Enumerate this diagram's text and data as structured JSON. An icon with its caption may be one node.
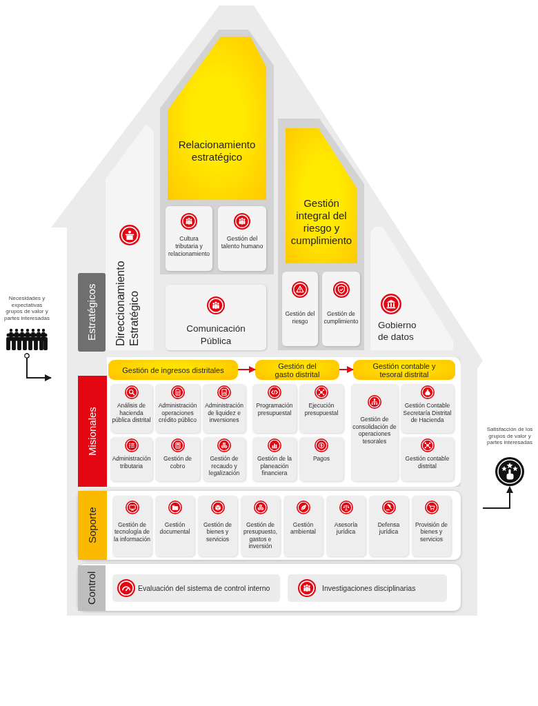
{
  "diagram": {
    "nodes": [
      {
        "text": [],
        "shape": "house"
      },
      {
        "text": [
          "Estratégicos"
        ],
        "in": 0
      },
      {
        "text": [
          "Direccionamiento Estratégico"
        ],
        "in": 0
      },
      {
        "text": [
          "Relacionamiento estratégico"
        ],
        "in": 0
      },
      {
        "text": [
          "Cultura tributaria y relacionamiento"
        ],
        "in": 3
      },
      {
        "text": [
          "Gestión del talento humano"
        ],
        "in": 3
      },
      {
        "text": [
          "Comunicación Pública"
        ],
        "in": 0
      },
      {
        "text": [
          "Gestión integral del riesgo y cumplimiento"
        ],
        "in": 0
      },
      {
        "text": [
          "Gestión del riesgo"
        ],
        "in": 7
      },
      {
        "text": [
          "Gestión de cumplimiento"
        ],
        "in": 7
      },
      {
        "text": [
          "Gobierno de datos"
        ],
        "in": 0
      },
      {
        "text": [
          "Misionales"
        ],
        "in": 0
      },
      {
        "text": [
          "Gestión de ingresos distritales"
        ],
        "in": 11
      },
      {
        "text": [
          "Gestión del gasto distrital"
        ],
        "in": 11
      },
      {
        "text": [
          "Gestión contable y tesoral distrital"
        ],
        "in": 11
      },
      {
        "text": [
          "Análisis de hacienda pública distrital"
        ],
        "in": 11
      },
      {
        "text": [
          "Administración operaciones crédito público"
        ],
        "in": 11
      },
      {
        "text": [
          "Administración de liquidez e inversiones"
        ],
        "in": 11
      },
      {
        "text": [
          "Programación presupuestal"
        ],
        "in": 11
      },
      {
        "text": [
          "Ejecución presupuestal"
        ],
        "in": 11
      },
      {
        "text": [
          "Gestión de consolidación de operaciones tesorales"
        ],
        "in": 11
      },
      {
        "text": [
          "Gestión Contable Secretaría Distrital de Hacienda"
        ],
        "in": 11
      },
      {
        "text": [
          "Administración tributaria"
        ],
        "in": 11
      },
      {
        "text": [
          "Gestión de cobro"
        ],
        "in": 11
      },
      {
        "text": [
          "Gestión de recaudo y legalización"
        ],
        "in": 11
      },
      {
        "text": [
          "Gestión de la planeación financiera"
        ],
        "in": 11
      },
      {
        "text": [
          "Pagos"
        ],
        "in": 11
      },
      {
        "text": [
          "Gestión contable distrital"
        ],
        "in": 11
      },
      {
        "text": [
          "Soporte"
        ],
        "in": 0
      },
      {
        "text": [
          "Gestión de tecnología de la información"
        ],
        "in": 28
      },
      {
        "text": [
          "Gestión documental"
        ],
        "in": 28
      },
      {
        "text": [
          "Gestión de bienes y servicios"
        ],
        "in": 28
      },
      {
        "text": [
          "Gestión de presupuesto, gastos e inversión"
        ],
        "in": 28
      },
      {
        "text": [
          "Gestión ambiental"
        ],
        "in": 28
      },
      {
        "text": [
          "Asesoría jurídica"
        ],
        "in": 28
      },
      {
        "text": [
          "Defensa jurídica"
        ],
        "in": 28
      },
      {
        "text": [
          "Provisión de bienes y servicios"
        ],
        "in": 28
      },
      {
        "text": [
          "Control"
        ],
        "in": 0
      },
      {
        "text": [
          "Evaluación del sistema de control interno"
        ],
        "in": 37
      },
      {
        "text": [
          "Investigaciones disciplinarias"
        ],
        "in": 37
      },
      {
        "text": [
          "Necesidades y expectativas grupos de valor y partes interesadas"
        ]
      },
      {
        "text": [
          "Satisfacción de los grupos de valor y partes interesadas"
        ]
      }
    ],
    "edges": [
      {
        "from": 12,
        "to": 13,
        "arrow": "to",
        "color": "#e30613"
      },
      {
        "from": 13,
        "to": 14,
        "arrow": "to",
        "color": "#e30613"
      },
      {
        "from": 40,
        "to": 0,
        "arrow": "to",
        "color": "#1a1a1a"
      },
      {
        "from": 0,
        "to": 41,
        "arrow": "to",
        "color": "#1a1a1a"
      }
    ]
  }
}
